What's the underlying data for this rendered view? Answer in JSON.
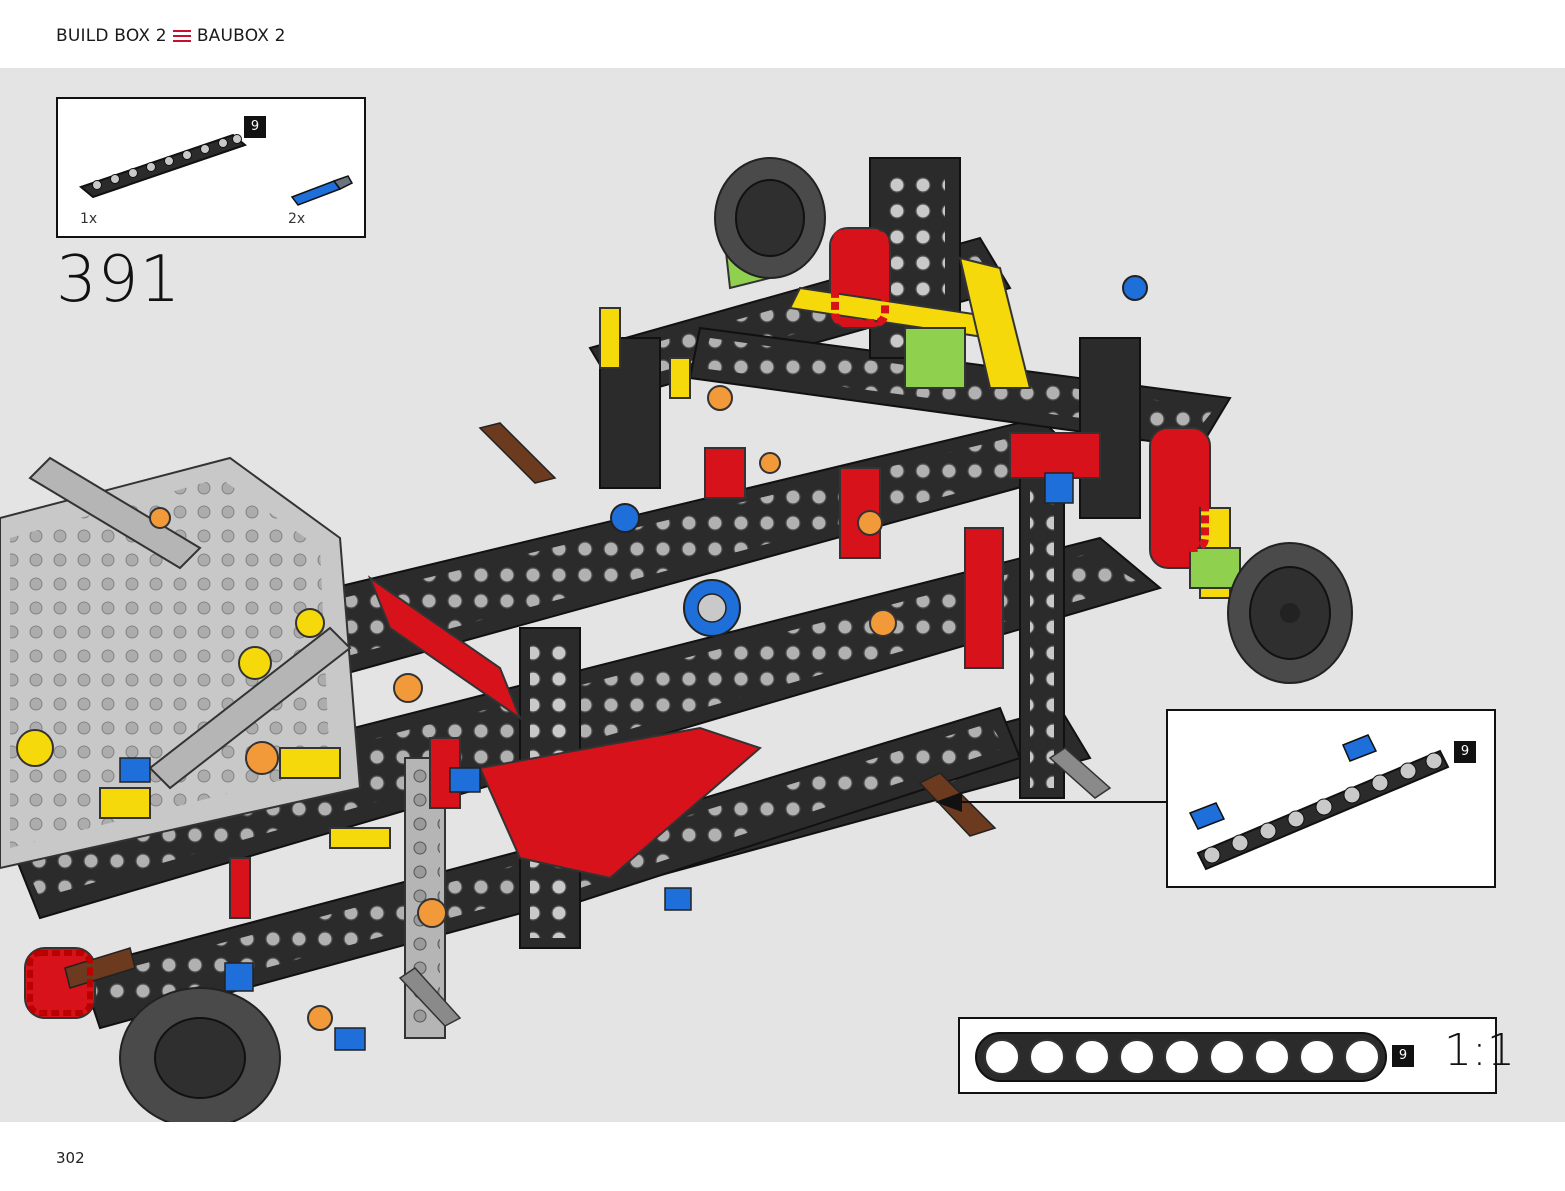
{
  "header": {
    "left_label": "BUILD BOX 2",
    "right_label": "BAUBOX 2",
    "separator_icon": "triple-bar-icon"
  },
  "parts_list": {
    "items": [
      {
        "name": "beam-9",
        "qty": "1x",
        "badge": "9",
        "color": "#2b2b2b"
      },
      {
        "name": "axle-pin",
        "qty": "2x",
        "color": "#1e6fd9"
      }
    ]
  },
  "step": {
    "number": "391"
  },
  "callout": {
    "badge": "9"
  },
  "scale_reference": {
    "badge": "9",
    "label": "1:1",
    "holes": 9
  },
  "page": {
    "number": "302"
  },
  "colors": {
    "accent": "#c8102e",
    "background": "#e4e4e4",
    "dark_grey": "#2b2b2b",
    "light_grey": "#b5b5b5",
    "red": "#d8121a",
    "yellow": "#f5d90a",
    "blue": "#1e6fd9",
    "orange": "#f29a3a",
    "lime": "#8fd14f",
    "brown": "#6b3a1f"
  }
}
